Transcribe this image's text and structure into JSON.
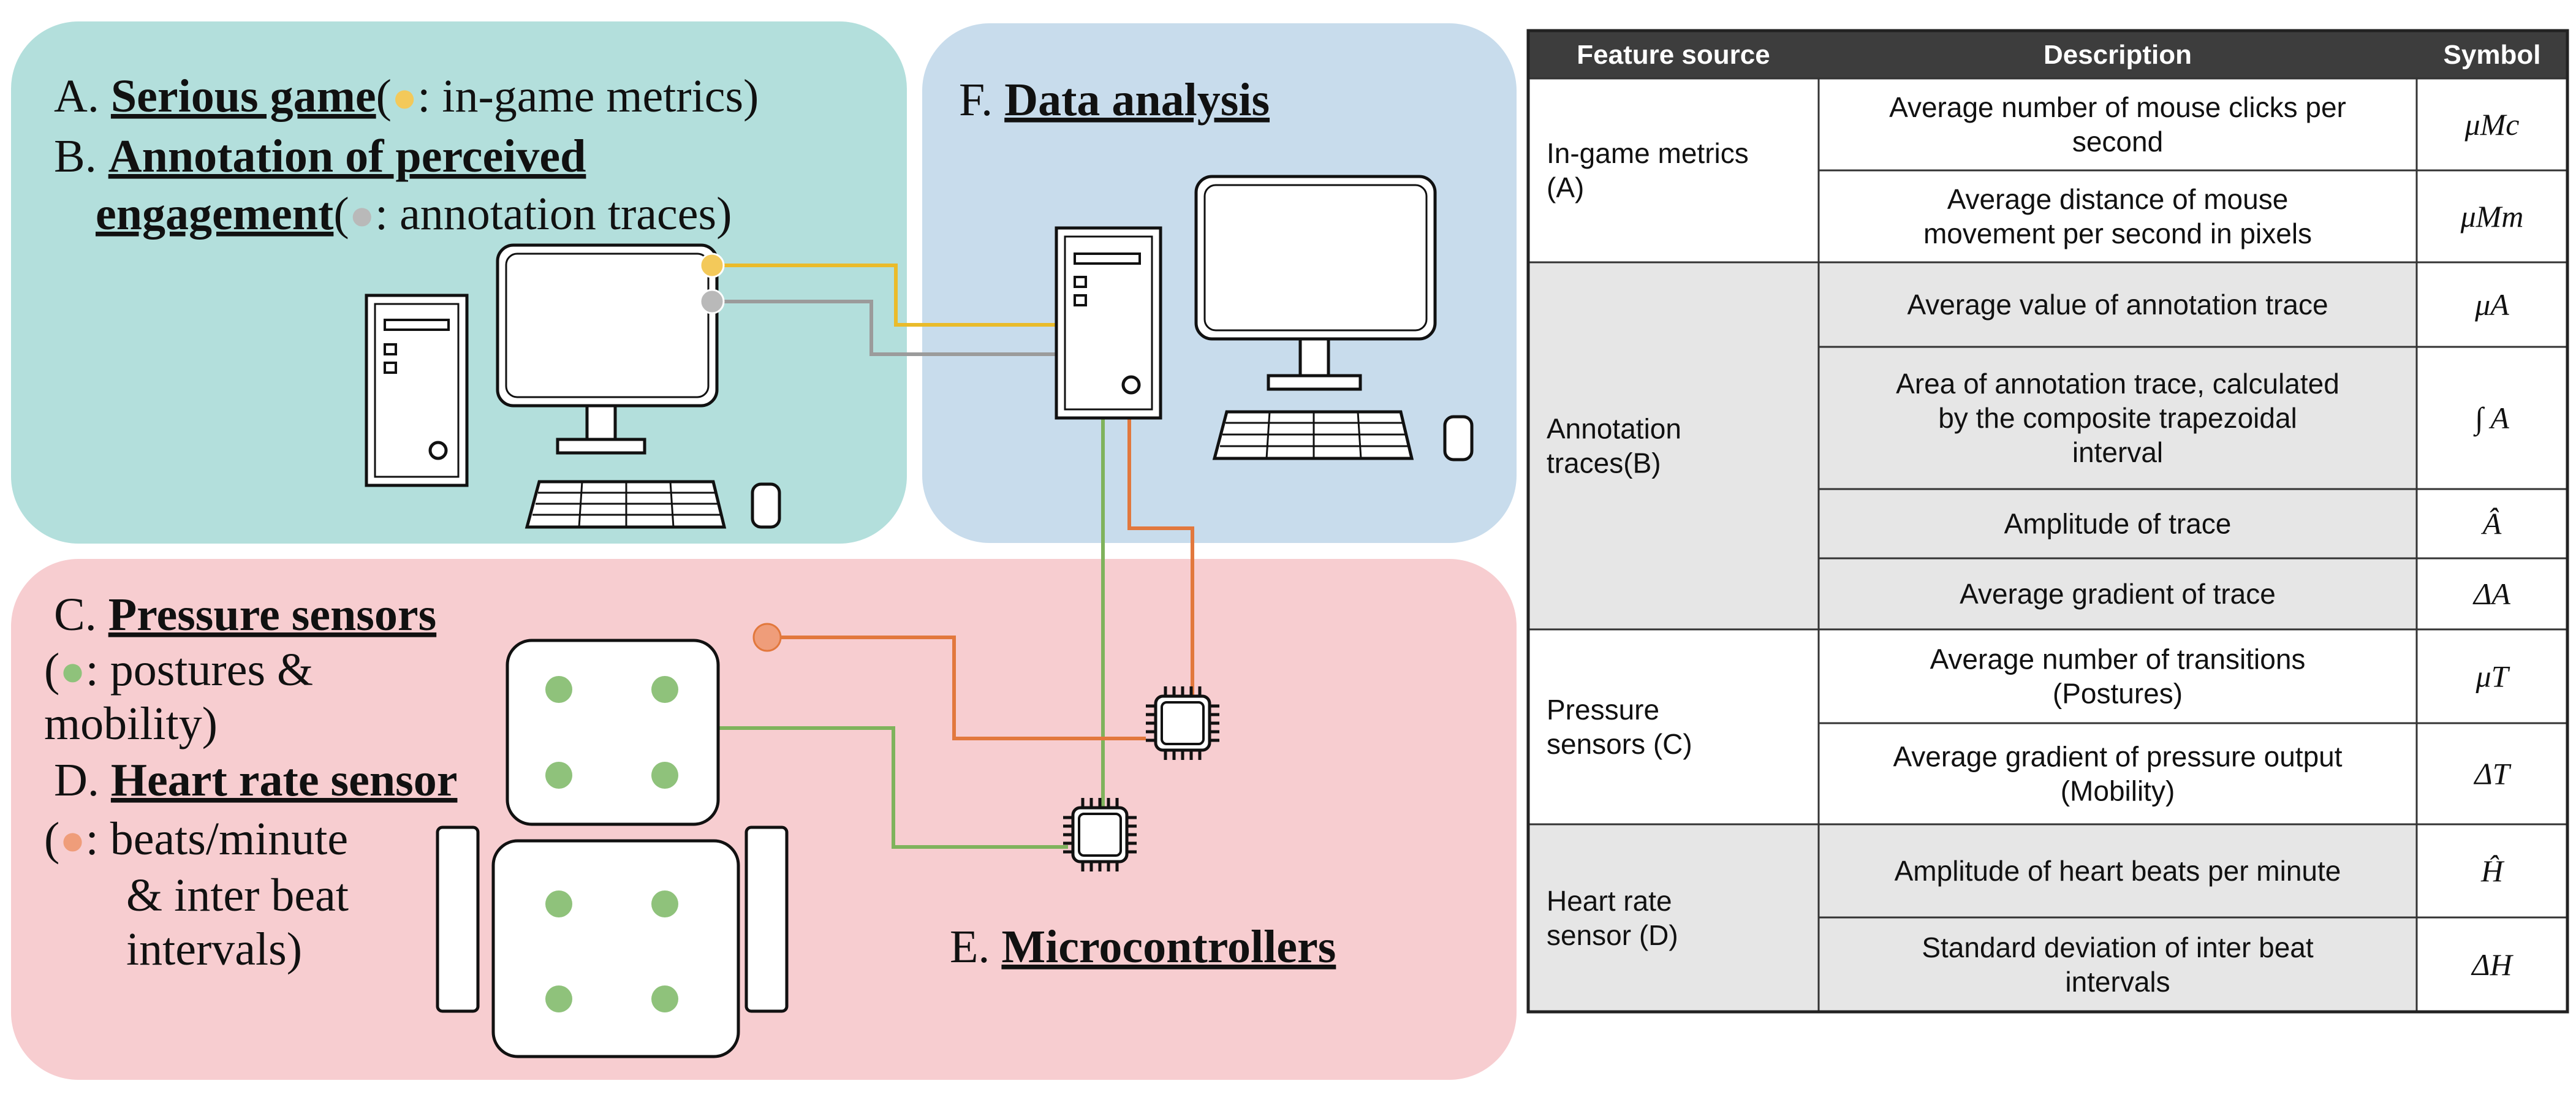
{
  "colors": {
    "game_panel": "#b3dfdc",
    "analysis_panel": "#c8dcec",
    "sensor_panel": "#f7cdd0",
    "in_game_metrics_dot": "#f3c95a",
    "annotation_dot": "#b9b9b9",
    "pressure_dot": "#8fc27b",
    "heart_rate_dot": "#ef9d7a",
    "orange_wire": "#e2783d",
    "green_wire": "#7fb35c",
    "yellow_wire": "#eabb2a",
    "gray_wire": "#9b9b9b",
    "table_header": "#3d3d3d",
    "table_shade": "#e6e6e6"
  },
  "diagram": {
    "game": {
      "a_prefix": "A. ",
      "a_title": "Serious game",
      "a_note": ": in-game metrics)",
      "b_prefix": "B. ",
      "b_title_1": "Annotation of perceived",
      "b_title_2": "engagement",
      "b_note": ": annotation traces)"
    },
    "analysis": {
      "f_prefix": "F. ",
      "f_title": "Data analysis"
    },
    "sensors": {
      "c_prefix": "C. ",
      "c_title": "Pressure sensors",
      "c_note_1": ": postures &",
      "c_note_2": "mobility)",
      "d_prefix": "D. ",
      "d_title": "Heart rate sensor",
      "d_note_1": ": beats/minute",
      "d_note_2": "& inter beat",
      "d_note_3": "intervals)",
      "e_prefix": "E. ",
      "e_title": "Microcontrollers"
    }
  },
  "table": {
    "headers": [
      "Feature source",
      "Description",
      "Symbol"
    ],
    "groups": [
      {
        "source_lines": [
          "In-game metrics",
          "(A)"
        ],
        "shaded": false,
        "rows": [
          {
            "desc": [
              "Average number of mouse clicks per",
              "second"
            ],
            "symbol": "μMc"
          },
          {
            "desc": [
              "Average distance of mouse",
              "movement per second in pixels"
            ],
            "symbol": "μMm"
          }
        ]
      },
      {
        "source_lines": [
          "Annotation",
          "traces(B)"
        ],
        "shaded": true,
        "rows": [
          {
            "desc": [
              "Average value of annotation trace"
            ],
            "symbol": "μA"
          },
          {
            "desc": [
              "Area of annotation trace, calculated",
              "by the composite trapezoidal",
              "interval"
            ],
            "symbol": "∫ A"
          },
          {
            "desc": [
              "Amplitude of trace"
            ],
            "symbol": "Â"
          },
          {
            "desc": [
              "Average gradient of trace"
            ],
            "symbol": "ΔA"
          }
        ]
      },
      {
        "source_lines": [
          "Pressure",
          "sensors (C)"
        ],
        "shaded": false,
        "rows": [
          {
            "desc": [
              "Average number of transitions",
              "(Postures)"
            ],
            "symbol": "μT"
          },
          {
            "desc": [
              "Average gradient of pressure output",
              "(Mobility)"
            ],
            "symbol": "ΔT"
          }
        ]
      },
      {
        "source_lines": [
          "Heart rate",
          "sensor (D)"
        ],
        "shaded": true,
        "rows": [
          {
            "desc": [
              "Amplitude of heart beats per minute"
            ],
            "symbol": "Ĥ"
          },
          {
            "desc": [
              "Standard deviation of inter beat",
              "intervals"
            ],
            "symbol": "ΔH"
          }
        ]
      }
    ]
  }
}
